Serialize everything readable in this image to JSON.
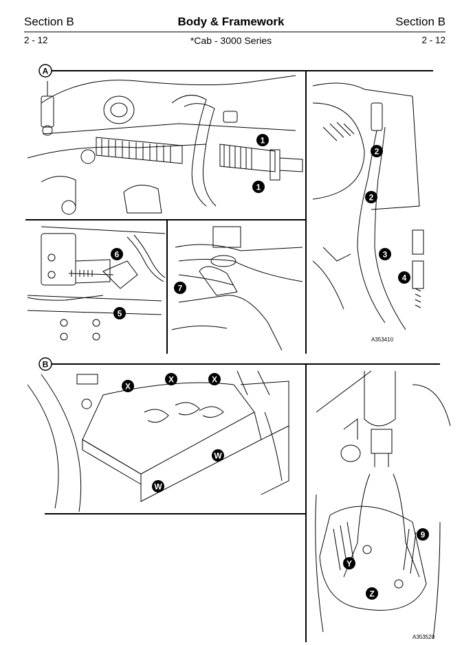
{
  "header": {
    "section_left": "Section B",
    "title": "Body & Framework",
    "section_right": "Section B",
    "page_left": "2 - 12",
    "subtitle": "*Cab - 3000 Series",
    "page_right": "2 - 12"
  },
  "figure_a": {
    "letter": "A",
    "callouts": [
      "1",
      "1",
      "2",
      "2",
      "3",
      "4",
      "5",
      "6",
      "7"
    ],
    "ref": "A353410"
  },
  "figure_b": {
    "letter": "B",
    "callouts": [
      "X",
      "X",
      "X",
      "W",
      "W",
      "9",
      "Y",
      "Z"
    ],
    "ref": "A353520"
  }
}
